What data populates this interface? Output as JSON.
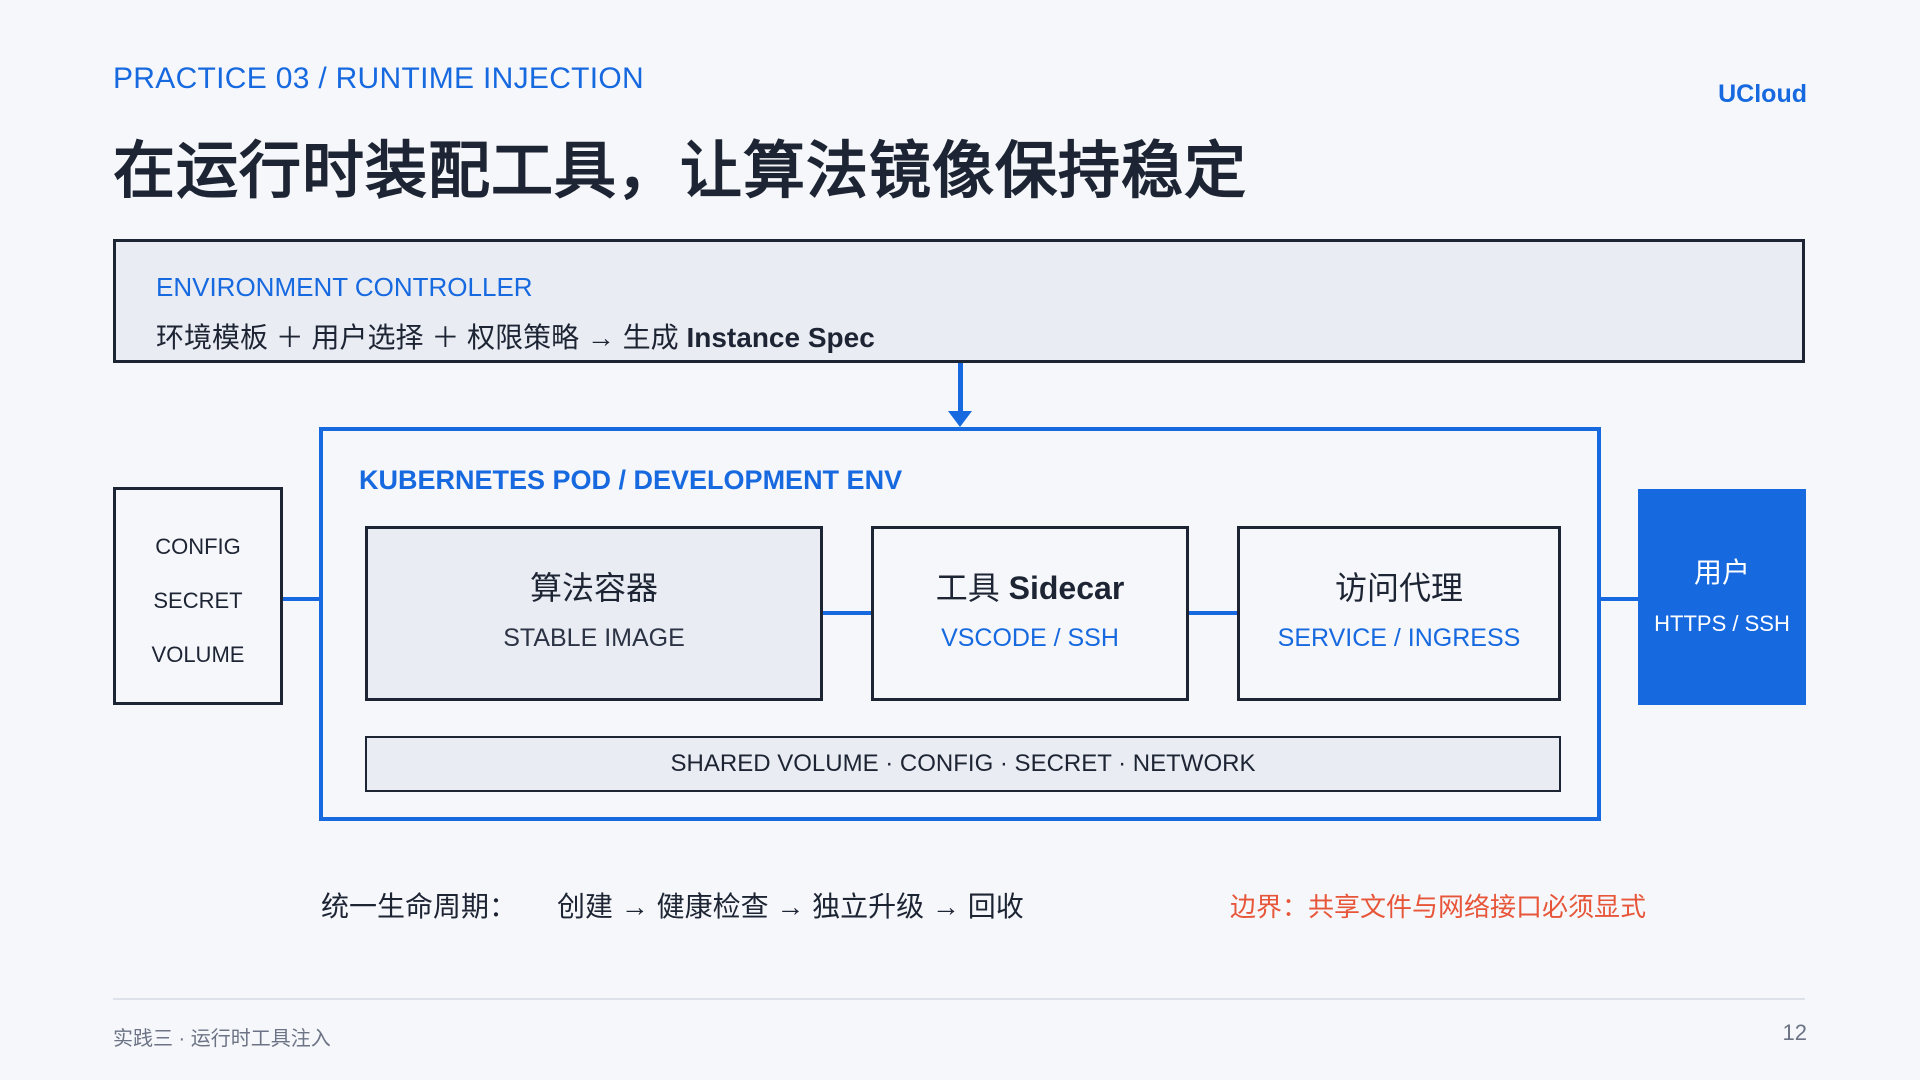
{
  "header": {
    "eyebrow": "PRACTICE 03 / RUNTIME INJECTION",
    "brand": "UCloud",
    "title": "在运行时装配工具，让算法镜像保持稳定"
  },
  "controller": {
    "label": "ENVIRONMENT CONTROLLER",
    "flow_text": "环境模板 ＋ 用户选择 ＋ 权限策略 → 生成 ",
    "flow_bold": "Instance Spec"
  },
  "pod": {
    "label": "KUBERNETES POD / DEVELOPMENT ENV",
    "algo": {
      "title": "算法容器",
      "sub": "STABLE IMAGE"
    },
    "sidecar": {
      "title_prefix": "工具 ",
      "title_bold": "Sidecar",
      "sub": "VSCODE / SSH"
    },
    "proxy": {
      "title": "访问代理",
      "sub": "SERVICE / INGRESS"
    },
    "shared": "SHARED VOLUME · CONFIG · SECRET · NETWORK"
  },
  "config_box": {
    "items": [
      "CONFIG",
      "SECRET",
      "VOLUME"
    ]
  },
  "user_box": {
    "title": "用户",
    "sub": "HTTPS / SSH"
  },
  "lifecycle": {
    "label": "统一生命周期：",
    "steps": "创建 → 健康检查 → 独立升级 → 回收"
  },
  "boundary": "边界：共享文件与网络接口必须显式",
  "footer": {
    "left": "实践三 · 运行时工具注入",
    "page": "12"
  },
  "colors": {
    "accent": "#1769e0",
    "ink": "#1d2433",
    "panel": "#e9ecf2",
    "warning": "#e8563a"
  }
}
